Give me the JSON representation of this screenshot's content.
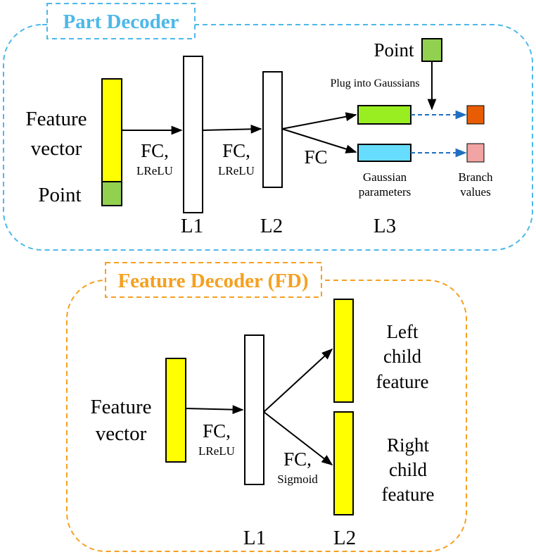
{
  "colors": {
    "part_decoder_accent": "#4db8e8",
    "feature_decoder_accent": "#f5a020",
    "feature_vector_fill": "#ffff00",
    "point_fill": "#92d050",
    "gaussian_green_fill": "#99ee22",
    "gaussian_blue_fill": "#66ddff",
    "output_orange_fill": "#e85d04",
    "output_pink_fill": "#f2a3a3",
    "dashed_arrow": "#1f6fc0"
  },
  "part_decoder": {
    "title": "Part Decoder",
    "feature_label_line1": "Feature",
    "feature_label_line2": "vector",
    "point_label": "Point",
    "fc1_label": "FC,",
    "fc1_sub": "LReLU",
    "fc2_label": "FC,",
    "fc2_sub": "LReLU",
    "fc3_label": "FC",
    "layer1": "L1",
    "layer2": "L2",
    "layer3": "L3",
    "point_top_label": "Point",
    "plug_label": "Plug into Gaussians",
    "gaussian_label_line1": "Gaussian",
    "gaussian_label_line2": "parameters",
    "branch_label_line1": "Branch",
    "branch_label_line2": "values"
  },
  "feature_decoder": {
    "title": "Feature Decoder (FD)",
    "feature_label_line1": "Feature",
    "feature_label_line2": "vector",
    "fc1_label": "FC,",
    "fc1_sub": "LReLU",
    "fc2_label": "FC,",
    "fc2_sub": "Sigmoid",
    "layer1": "L1",
    "layer2": "L2",
    "left_child_line1": "Left",
    "left_child_line2": "child",
    "left_child_line3": "feature",
    "right_child_line1": "Right",
    "right_child_line2": "child",
    "right_child_line3": "feature"
  }
}
